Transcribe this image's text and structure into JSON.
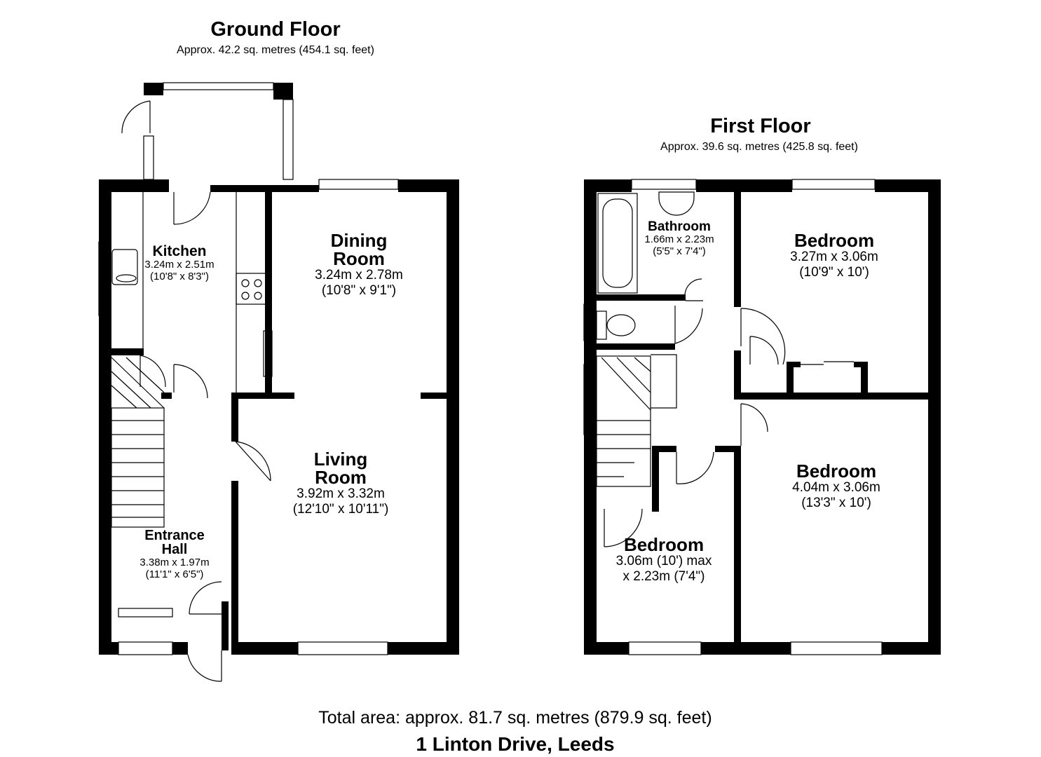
{
  "ground_floor": {
    "title": "Ground Floor",
    "area": "Approx. 42.2 sq. metres (454.1 sq. feet)",
    "rooms": {
      "kitchen": {
        "name": "Kitchen",
        "dim_m": "3.24m x 2.51m",
        "dim_ft": "(10'8\" x 8'3\")"
      },
      "dining": {
        "name_1": "Dining",
        "name_2": "Room",
        "dim_m": "3.24m x 2.78m",
        "dim_ft": "(10'8\" x 9'1\")"
      },
      "living": {
        "name_1": "Living",
        "name_2": "Room",
        "dim_m": "3.92m x 3.32m",
        "dim_ft": "(12'10\" x 10'11\")"
      },
      "hall": {
        "name_1": "Entrance",
        "name_2": "Hall",
        "dim_m": "3.38m x 1.97m",
        "dim_ft": "(11'1\" x 6'5\")"
      }
    }
  },
  "first_floor": {
    "title": "First Floor",
    "area": "Approx. 39.6 sq. metres (425.8 sq. feet)",
    "rooms": {
      "bathroom": {
        "name": "Bathroom",
        "dim_m": "1.66m x 2.23m",
        "dim_ft": "(5'5\" x 7'4\")"
      },
      "bedroom_1": {
        "name": "Bedroom",
        "dim_m": "3.27m x 3.06m",
        "dim_ft": "(10'9\" x 10')"
      },
      "bedroom_2": {
        "name": "Bedroom",
        "dim_m": "4.04m x 3.06m",
        "dim_ft": "(13'3\" x 10')"
      },
      "bedroom_3": {
        "name": "Bedroom",
        "dim_m": "3.06m (10') max",
        "dim_ft": "x 2.23m (7'4\")"
      }
    }
  },
  "footer": {
    "total_area": "Total area: approx. 81.7 sq. metres (879.9 sq. feet)",
    "address": "1 Linton Drive, Leeds"
  },
  "colors": {
    "wall": "#000000",
    "line": "#000000",
    "background": "#ffffff"
  }
}
